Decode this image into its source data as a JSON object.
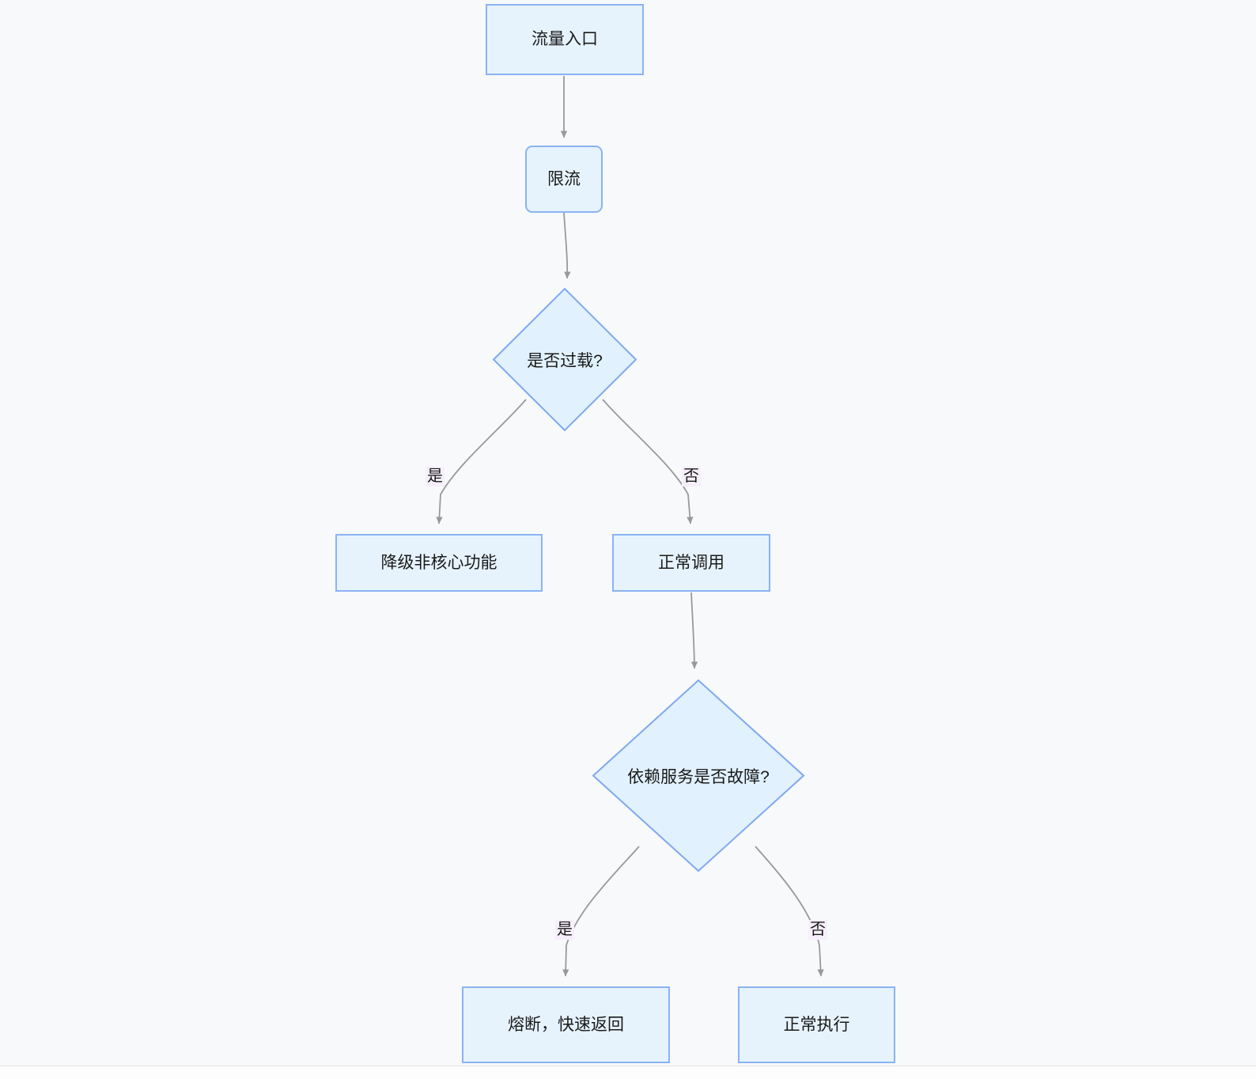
{
  "diagram": {
    "type": "flowchart",
    "direction": "top-down",
    "background_color": "#f8f9fb",
    "node_fill_color": "#e6f3fd",
    "node_border_color": "#8ab3f2",
    "edge_color": "#999999",
    "edge_label_background": "#f6effb",
    "nodes": [
      {
        "id": "entry",
        "label": "流量入口",
        "shape": "rect"
      },
      {
        "id": "limit",
        "label": "限流",
        "shape": "rounded-rect"
      },
      {
        "id": "overload",
        "label": "是否过载?",
        "shape": "diamond"
      },
      {
        "id": "degrade",
        "label": "降级非核心功能",
        "shape": "rect"
      },
      {
        "id": "normal",
        "label": "正常调用",
        "shape": "rect"
      },
      {
        "id": "depfail",
        "label": "依赖服务是否故障?",
        "shape": "diamond"
      },
      {
        "id": "fuse",
        "label": "熔断，快速返回",
        "shape": "rect"
      },
      {
        "id": "exec",
        "label": "正常执行",
        "shape": "rect"
      }
    ],
    "edges": [
      {
        "from": "entry",
        "to": "limit",
        "label": ""
      },
      {
        "from": "limit",
        "to": "overload",
        "label": ""
      },
      {
        "from": "overload",
        "to": "degrade",
        "label": "是"
      },
      {
        "from": "overload",
        "to": "normal",
        "label": "否"
      },
      {
        "from": "normal",
        "to": "depfail",
        "label": ""
      },
      {
        "from": "depfail",
        "to": "fuse",
        "label": "是"
      },
      {
        "from": "depfail",
        "to": "exec",
        "label": "否"
      }
    ],
    "edge_labels": {
      "overload_yes": "是",
      "overload_no": "否",
      "depfail_yes": "是",
      "depfail_no": "否"
    }
  }
}
